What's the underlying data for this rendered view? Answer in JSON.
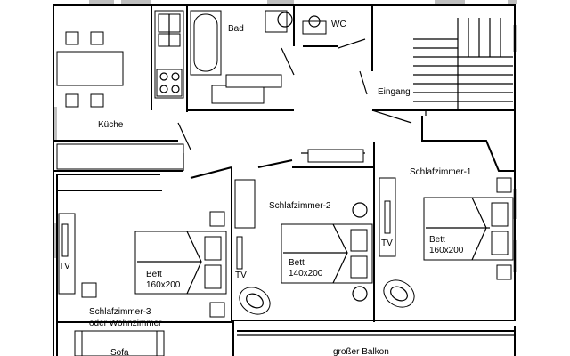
{
  "rooms": {
    "kitchen": "Küche",
    "bathroom": "Bad",
    "toilet": "WC",
    "entrance": "Eingang",
    "bedroom1": "Schlafzimmer-1",
    "bedroom2": "Schlafzimmer-2",
    "bedroom3_line1": "Schlafzimmer-3",
    "bedroom3_line2": "oder Wohnzimmer",
    "balcony": "großer Balkon"
  },
  "furniture": {
    "bed1_label": "Bett",
    "bed1_size": "160x200",
    "bed2_label": "Bett",
    "bed2_size": "140x200",
    "bed3_label": "Bett",
    "bed3_size": "160x200",
    "tv_label": "TV",
    "sofa_label": "Sofa"
  }
}
